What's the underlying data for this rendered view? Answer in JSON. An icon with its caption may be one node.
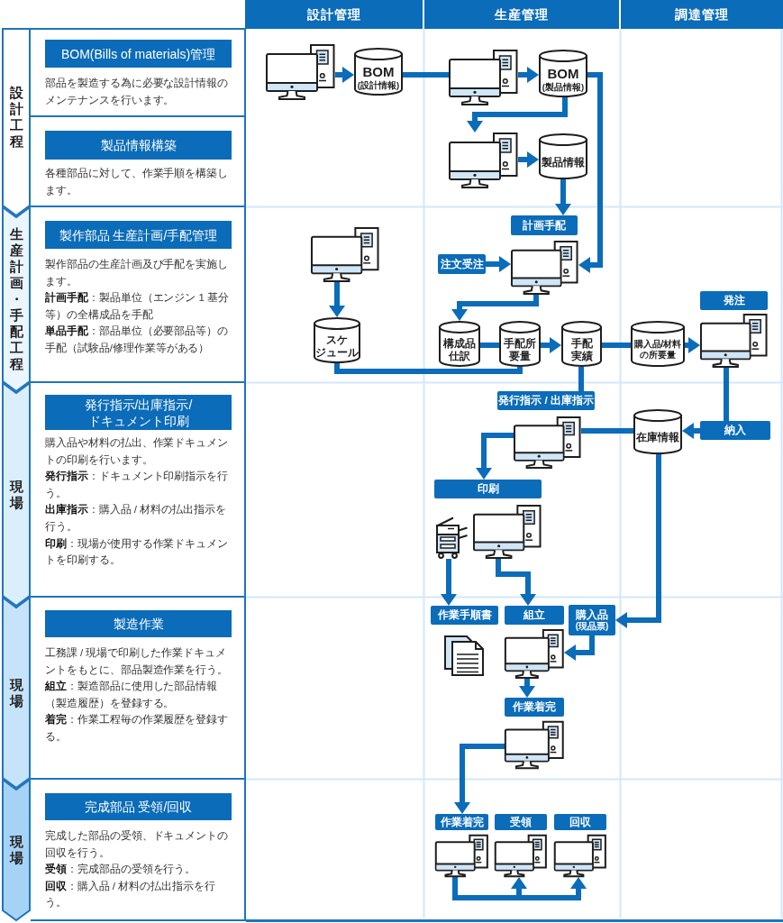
{
  "diagram": {
    "nodes": [
      {
        "text": [
          "設計管理"
        ]
      },
      {
        "text": [
          "生産管理"
        ]
      },
      {
        "text": [
          "調達管理"
        ]
      },
      {
        "text": [
          "設計工程"
        ]
      },
      {
        "text": [
          "部品を製造する為に必要な設計情報のメンテナンスを行います。"
        ]
      },
      {
        "text": [
          "BOM(Bills of materials)管理"
        ],
        "in": 4
      },
      {
        "text": [
          "各種部品に対して、作業手順を構築します。"
        ]
      },
      {
        "text": [
          "製品情報構築"
        ],
        "in": 6
      },
      {
        "text": [
          "生産計画・手配工程"
        ]
      },
      {
        "text": [
          "製作部品の生産計画及び手配を実施します。",
          "**計画手配**：製品単位（エンジン 1 基分等）の全構成品を手配",
          "**単品手配**：部品単位（必要部品等）の手配（試験品/修理作業等がある）"
        ]
      },
      {
        "text": [
          "製作部品 生産計画/手配管理"
        ],
        "in": 9
      },
      {
        "text": [
          "現場"
        ]
      },
      {
        "text": [
          "購入品や材料の払出、作業ドキュメントの印刷を行います。",
          "**発行指示**：ドキュメント印刷指示を行う。",
          "**出庫指示**：購入品 / 材料の払出指示を行う。",
          "**印刷**：現場が使用する作業ドキュメントを印刷する。"
        ]
      },
      {
        "text": [
          "発行指示/出庫指示/ドキュメント印刷"
        ],
        "in": 12
      },
      {
        "text": [
          "現場"
        ]
      },
      {
        "text": [
          "工務課 / 現場で印刷した作業ドキュメントをもとに、部品製造作業を行う。",
          "**組立**：製造部品に使用した部品情報（製造履歴）を登録する。",
          "**着完**：作業工程毎の作業履歴を登録する。"
        ]
      },
      {
        "text": [
          "製造作業"
        ],
        "in": 15
      },
      {
        "text": [
          "現場"
        ]
      },
      {
        "text": [
          "完成した部品の受領、ドキュメントの回収を行う。",
          "**受領**：完成部品の受領を行う。",
          "**回収**：購入品 / 材料の払出指示を行う。"
        ]
      },
      {
        "text": [
          "完成部品 受領/回収"
        ],
        "in": 18
      },
      {
        "text": [],
        "shape": "computer"
      },
      {
        "text": [
          "BOM",
          "(設計情報)"
        ]
      },
      {
        "text": [],
        "shape": "computer"
      },
      {
        "text": [
          "BOM",
          "(製品情報)"
        ]
      },
      {
        "text": [],
        "shape": "computer"
      },
      {
        "text": [
          "製品情報"
        ]
      },
      {
        "text": [],
        "shape": "computer"
      },
      {
        "text": [
          "計画手配"
        ]
      },
      {
        "text": [
          "注文受注"
        ]
      },
      {
        "text": [],
        "shape": "computer"
      },
      {
        "text": [
          "発注"
        ]
      },
      {
        "text": [
          "スケジュール"
        ]
      },
      {
        "text": [
          "構成品仕訳"
        ]
      },
      {
        "text": [
          "手配所要量"
        ]
      },
      {
        "text": [
          "手配実績"
        ]
      },
      {
        "text": [
          "購入品/材料の所要量"
        ]
      },
      {
        "text": [],
        "shape": "computer"
      },
      {
        "text": [
          "発行指示 / 出庫指示"
        ]
      },
      {
        "text": [
          "在庫情報"
        ]
      },
      {
        "text": [
          "納入"
        ]
      },
      {
        "text": [],
        "shape": "computer"
      },
      {
        "text": [
          "印刷"
        ]
      },
      {
        "text": [],
        "shape": "printer"
      },
      {
        "text": [],
        "shape": "computer"
      },
      {
        "text": [
          "作業手順書"
        ]
      },
      {
        "text": [
          "組立"
        ]
      },
      {
        "text": [
          "購入品",
          "(現品票)"
        ]
      },
      {
        "text": [],
        "shape": "document"
      },
      {
        "text": [],
        "shape": "computer"
      },
      {
        "text": [
          "作業着完"
        ]
      },
      {
        "text": [],
        "shape": "computer"
      },
      {
        "text": [
          "作業着完"
        ]
      },
      {
        "text": [
          "受領"
        ]
      },
      {
        "text": [
          "回収"
        ]
      },
      {
        "text": [],
        "shape": "computer"
      },
      {
        "text": [],
        "shape": "computer"
      },
      {
        "text": [],
        "shape": "computer"
      }
    ],
    "edges": [
      {
        "from": 20,
        "to": 21,
        "arrow": "to"
      },
      {
        "from": 21,
        "to": 22,
        "arrow": "none"
      },
      {
        "from": 22,
        "to": 23,
        "arrow": "to"
      },
      {
        "from": 23,
        "to": 24,
        "arrow": "to"
      },
      {
        "from": 24,
        "to": 25,
        "arrow": "to"
      },
      {
        "from": 25,
        "to": 27,
        "arrow": "to"
      },
      {
        "from": 23,
        "to": 29,
        "arrow": "to"
      },
      {
        "from": 28,
        "to": 29,
        "arrow": "to"
      },
      {
        "from": 29,
        "to": 32,
        "arrow": "to"
      },
      {
        "from": 26,
        "to": 31,
        "arrow": "to"
      },
      {
        "from": 31,
        "to": 33,
        "arrow": "none"
      },
      {
        "from": 32,
        "to": 33,
        "arrow": "none"
      },
      {
        "from": 33,
        "to": 34,
        "arrow": "to"
      },
      {
        "from": 34,
        "to": 35,
        "arrow": "none"
      },
      {
        "from": 35,
        "to": 36,
        "arrow": "to"
      },
      {
        "from": 34,
        "to": 37,
        "arrow": "none"
      },
      {
        "from": 36,
        "to": 39,
        "arrow": "none"
      },
      {
        "from": 39,
        "to": 38,
        "arrow": "to"
      },
      {
        "from": 38,
        "to": 40,
        "arrow": "none"
      },
      {
        "from": 38,
        "to": 46,
        "arrow": "to"
      },
      {
        "from": 40,
        "to": 41,
        "arrow": "to"
      },
      {
        "from": 42,
        "to": 44,
        "arrow": "to"
      },
      {
        "from": 43,
        "to": 45,
        "arrow": "to"
      },
      {
        "from": 46,
        "to": 48,
        "arrow": "to"
      },
      {
        "from": 48,
        "to": 49,
        "arrow": "to"
      },
      {
        "from": 50,
        "to": 51,
        "arrow": "to"
      },
      {
        "from": 54,
        "to": 55,
        "arrow": "to"
      },
      {
        "from": 54,
        "to": 56,
        "arrow": "to"
      }
    ]
  }
}
